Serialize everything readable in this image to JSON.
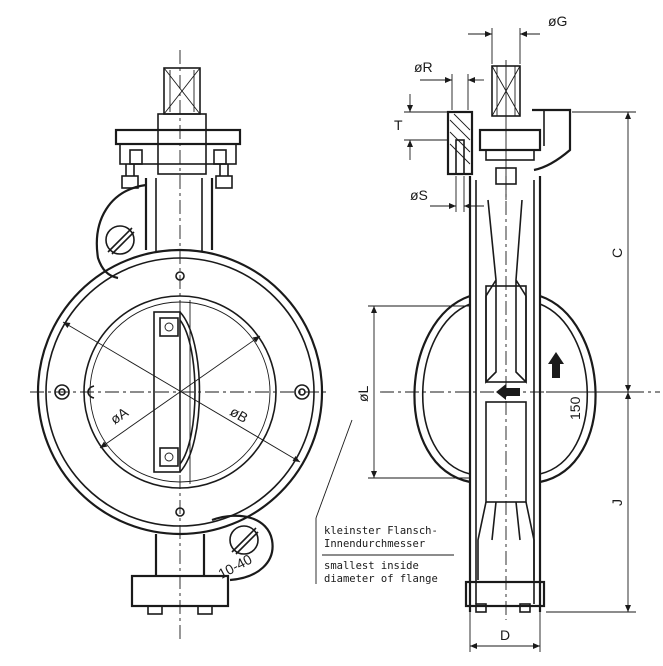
{
  "labels": {
    "phi_g": "øG",
    "phi_r": "øR",
    "t": "T",
    "phi_s": "øS",
    "c": "C",
    "phi_l": "øL",
    "phi_a": "øA",
    "phi_b": "øB",
    "j": "J",
    "d": "D",
    "rotation": "150",
    "body_mark": "10-40"
  },
  "note": {
    "de_line1": "kleinster Flansch-",
    "de_line2": "Innendurchmesser",
    "en_line1": "smallest inside",
    "en_line2": "diameter of flange"
  }
}
